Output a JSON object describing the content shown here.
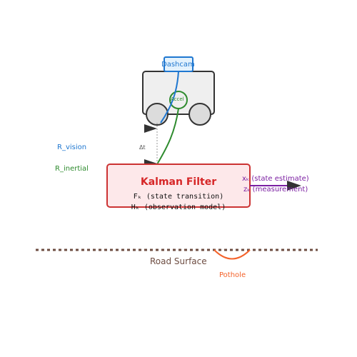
{
  "colors": {
    "vision": "#1f77d0",
    "inertial": "#2e8b2e",
    "filter_border": "#cc3333",
    "filter_fill": "#fde8ea",
    "filter_title": "#d62728",
    "output": "#7b1fa2",
    "road": "#6d4c41",
    "pothole": "#f4622a",
    "car_body": "#efefef",
    "car_stroke": "#333333",
    "dashcam_fill": "#e3f2fd"
  },
  "sensors": {
    "dashcam_label": "Dashcam",
    "accel_label": "Accel"
  },
  "labels": {
    "r_vision": "R_vision",
    "r_inertial": "R_inertial",
    "delta_t": "Δt"
  },
  "filter": {
    "title": "Kalman Filter",
    "line1": "Fₖ (state transition)",
    "line2": "Hₖ (observation model)"
  },
  "outputs": {
    "state": "xₖ (state estimate)",
    "measurement": "zₖ (measurement)"
  },
  "road": {
    "label": "Road Surface",
    "pothole": "Pothole"
  }
}
